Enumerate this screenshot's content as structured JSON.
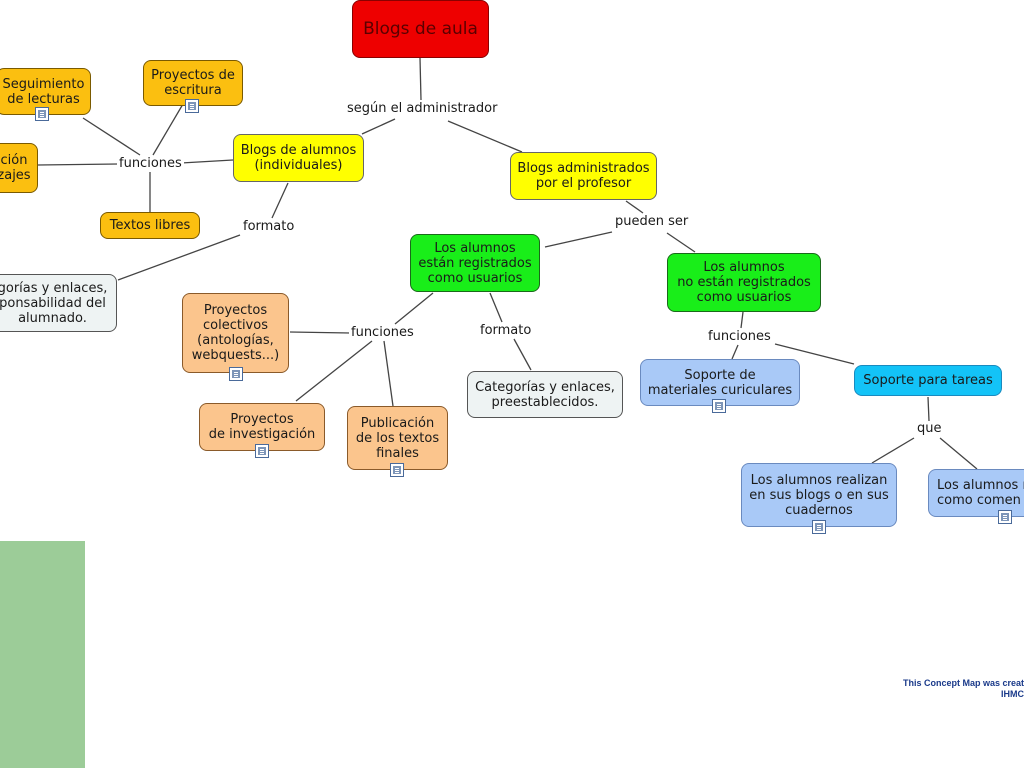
{
  "map": {
    "nodes": {
      "root": "Blogs de aula",
      "blogs_alumnos": "Blogs de alumnos\n(individuales)",
      "blogs_profesor": "Blogs administrados\npor el profesor",
      "seguimiento": "Seguimiento\nde lecturas",
      "proyectos_escritura": "Proyectos de\nescritura",
      "cion_zajes": "ción\nzajes",
      "textos_libres": "Textos libres",
      "categorias_left": "gorías y enlaces,\nponsabilidad del\nalumnado.",
      "registrados": "Los alumnos\nestán registrados\ncomo usuarios",
      "no_registrados": "Los alumnos\nno están registrados\ncomo usuarios",
      "proyectos_colectivos": "Proyectos\ncolectivos\n(antologías,\nwebquests...)",
      "proyectos_investigacion": "Proyectos\nde investigación",
      "publicacion": "Publicación\nde los textos\nfinales",
      "categorias_pre": "Categorías y enlaces,\npreestablecidos.",
      "soporte_materiales": "Soporte de\nmateriales curiculares",
      "soporte_tareas": "Soporte para tareas",
      "realizan": "Los alumnos realizan\nen sus blogs o en sus\ncuadernos",
      "comentan": "Los alumnos r\ncomo comen"
    },
    "links": {
      "segun": "según el administrador",
      "funciones_left": "funciones",
      "formato_left": "formato",
      "pueden_ser": "pueden ser",
      "funciones_mid": "funciones",
      "formato_mid": "formato",
      "funciones_right": "funciones",
      "que": "que"
    }
  },
  "credit": {
    "line1": "This Concept Map was creat",
    "line2": "IHMC"
  },
  "colors": {
    "root": "#ee0000",
    "level1": "#ffff00",
    "student_items": "#fbbf10",
    "registration": "#19ee19",
    "functions": "#fbc58d",
    "support": "#a9c9f7",
    "tasks": "#13c3f7",
    "panel": "#9ccc98"
  }
}
